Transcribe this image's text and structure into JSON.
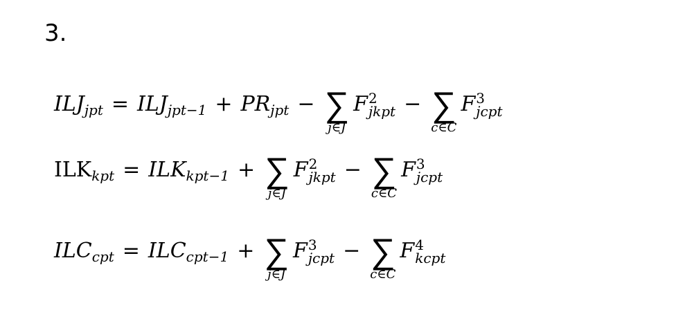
{
  "problem_number": "3.",
  "equations": [
    {
      "lhs": {
        "name": "ILJ",
        "sub": "jpt"
      },
      "equals": "=",
      "rhs_term": {
        "name": "ILJ",
        "sub": "jpt−1"
      },
      "plus1": "+",
      "extra_term": {
        "name": "PR",
        "sub": "jpt"
      },
      "op1": "−",
      "sum1": {
        "symbol": "∑",
        "limit": "j∈J",
        "var": "F",
        "sup": "2",
        "sub": "jkpt"
      },
      "op2": "−",
      "sum2": {
        "symbol": "∑",
        "limit": "c∈C",
        "var": "F",
        "sup": "3",
        "sub": "jcpt"
      }
    },
    {
      "lhs": {
        "name": "ILK",
        "sub": "kpt"
      },
      "equals": "=",
      "rhs_term": {
        "name": "ILK",
        "sub": "kpt−1"
      },
      "op1": "+",
      "sum1": {
        "symbol": "∑",
        "limit": "j∈J",
        "var": "F",
        "sup": "2",
        "sub": "jkpt"
      },
      "op2": "−",
      "sum2": {
        "symbol": "∑",
        "limit": "c∈C",
        "var": "F",
        "sup": "3",
        "sub": "jcpt"
      }
    },
    {
      "lhs": {
        "name": "ILC",
        "sub": "cpt"
      },
      "equals": "=",
      "rhs_term": {
        "name": "ILC",
        "sub": "cpt−1"
      },
      "op1": "+",
      "sum1": {
        "symbol": "∑",
        "limit": "j∈J",
        "var": "F",
        "sup": "3",
        "sub": "jcpt"
      },
      "op2": "−",
      "sum2": {
        "symbol": "∑",
        "limit": "c∈C",
        "var": "F",
        "sup": "4",
        "sub": "kcpt"
      }
    }
  ]
}
